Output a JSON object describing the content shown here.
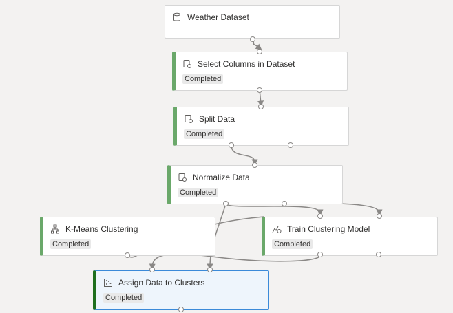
{
  "pipeline": {
    "modules": [
      {
        "id": "weather",
        "title": "Weather Dataset",
        "icon": "dataset-icon",
        "status": ""
      },
      {
        "id": "select",
        "title": "Select Columns in Dataset",
        "icon": "data-transform-icon",
        "status": "Completed"
      },
      {
        "id": "split",
        "title": "Split Data",
        "icon": "data-transform-icon",
        "status": "Completed"
      },
      {
        "id": "normalize",
        "title": "Normalize Data",
        "icon": "data-transform-icon",
        "status": "Completed"
      },
      {
        "id": "kmeans",
        "title": "K-Means Clustering",
        "icon": "clustering-model-icon",
        "status": "Completed"
      },
      {
        "id": "train",
        "title": "Train Clustering Model",
        "icon": "train-model-icon",
        "status": "Completed"
      },
      {
        "id": "assign",
        "title": "Assign Data to Clusters",
        "icon": "scatter-plot-icon",
        "status": "Completed"
      }
    ]
  },
  "colors": {
    "status_completed": "#6aa86a",
    "selected_border": "#3b8ad9",
    "selected_status": "#1e6f1e",
    "connector": "#8a8886"
  }
}
